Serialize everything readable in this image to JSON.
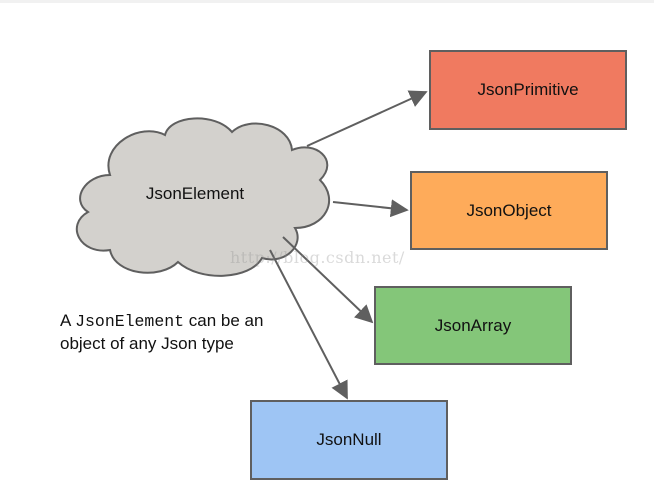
{
  "diagram": {
    "cloud": {
      "label": "JsonElement",
      "fill": "#d3d1cd",
      "stroke": "#5f5f5f"
    },
    "nodes": {
      "primitive": {
        "label": "JsonPrimitive",
        "fill": "#f07a60"
      },
      "object": {
        "label": "JsonObject",
        "fill": "#feab5a"
      },
      "array": {
        "label": "JsonArray",
        "fill": "#84c679"
      },
      "null": {
        "label": "JsonNull",
        "fill": "#9ec5f4"
      }
    },
    "edge_color": "#5f5f5f",
    "note": {
      "prefix": "A ",
      "code": "JsonElement",
      "suffix": " can be an object of any Json type"
    },
    "watermark": "http://blog.csdn.net/"
  }
}
